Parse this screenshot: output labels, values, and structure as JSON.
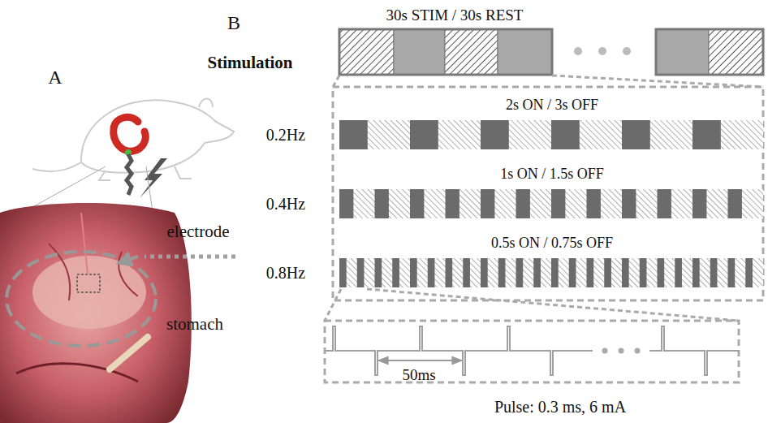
{
  "diagram": {
    "labels": [
      "A",
      "B",
      "30s STIM / 30s REST",
      "Stimulation",
      "2s ON / 3s OFF",
      "0.2Hz",
      "1s ON / 1.5s OFF",
      "0.4Hz",
      "0.5s ON / 0.75s OFF",
      "0.8Hz",
      "electrode",
      "stomach",
      "50ms",
      "Pulse: 0.3 ms, 6 mA"
    ]
  }
}
